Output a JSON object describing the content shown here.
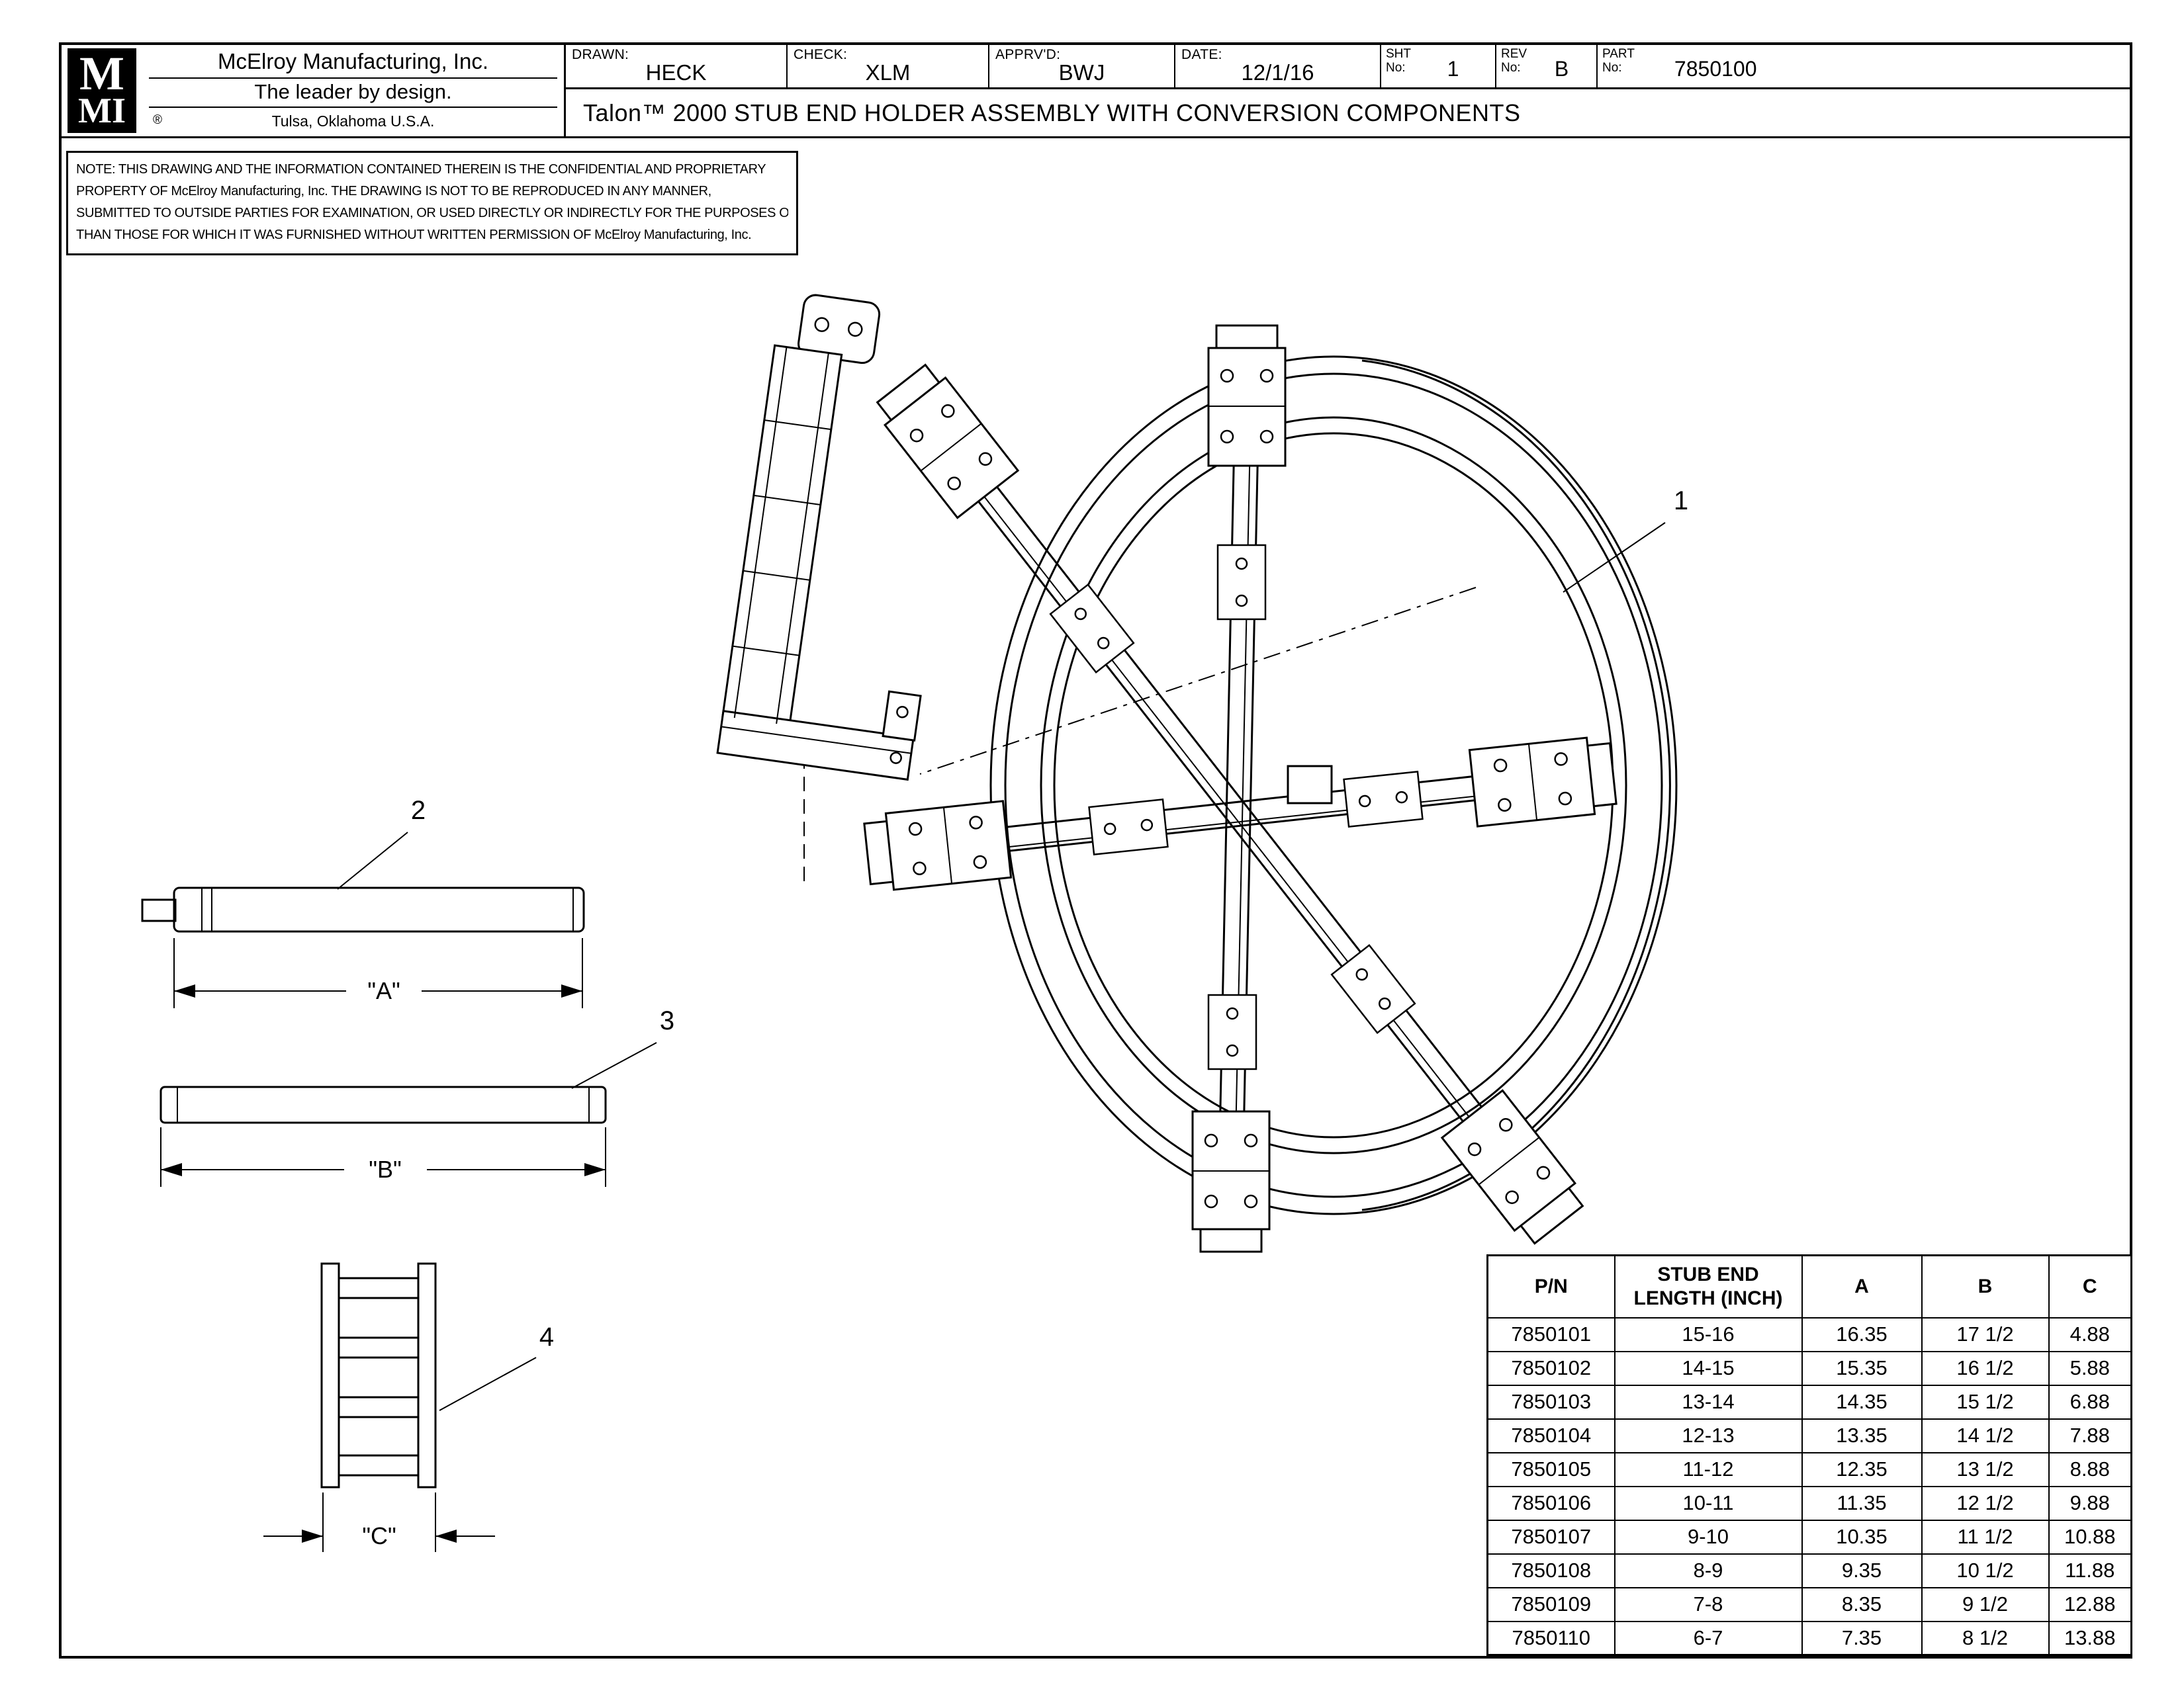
{
  "title_block": {
    "logo_top": "M",
    "logo_bottom": "MI",
    "company": "McElroy Manufacturing, Inc.",
    "tagline": "The leader by design.",
    "reg_mark": "®",
    "location": "Tulsa, Oklahoma U.S.A.",
    "drawn": {
      "label": "DRAWN:",
      "value": "HECK"
    },
    "check": {
      "label": "CHECK:",
      "value": "XLM"
    },
    "apprvd": {
      "label": "APPRV'D:",
      "value": "BWJ"
    },
    "date": {
      "label": "DATE:",
      "value": "12/1/16"
    },
    "sht": {
      "label1": "SHT",
      "label2": "No:",
      "value": "1"
    },
    "rev": {
      "label1": "REV",
      "label2": "No:",
      "value": "B"
    },
    "part": {
      "label1": "PART",
      "label2": "No:",
      "value": "7850100"
    },
    "drawing_title": "Talon™ 2000 STUB END HOLDER ASSEMBLY WITH CONVERSION COMPONENTS"
  },
  "note": {
    "lines": [
      "NOTE: THIS DRAWING AND THE INFORMATION CONTAINED THEREIN IS THE CONFIDENTIAL AND PROPRIETARY",
      "PROPERTY OF McElroy Manufacturing, Inc. THE DRAWING IS NOT TO BE REPRODUCED IN ANY MANNER,",
      "SUBMITTED TO OUTSIDE PARTIES FOR EXAMINATION, OR USED DIRECTLY OR INDIRECTLY FOR THE PURPOSES OTHER",
      "THAN THOSE FOR WHICH IT WAS FURNISHED WITHOUT WRITTEN PERMISSION OF McElroy Manufacturing, Inc."
    ]
  },
  "callouts": {
    "c1": "1",
    "c2": "2",
    "c3": "3",
    "c4": "4"
  },
  "dimensions": {
    "a": "\"A\"",
    "b": "\"B\"",
    "c": "\"C\""
  },
  "table": {
    "headers": [
      "P/N",
      "STUB END\nLENGTH (INCH)",
      "A",
      "B",
      "C"
    ],
    "rows": [
      [
        "7850101",
        "15-16",
        "16.35",
        "17 1/2",
        "4.88"
      ],
      [
        "7850102",
        "14-15",
        "15.35",
        "16 1/2",
        "5.88"
      ],
      [
        "7850103",
        "13-14",
        "14.35",
        "15 1/2",
        "6.88"
      ],
      [
        "7850104",
        "12-13",
        "13.35",
        "14 1/2",
        "7.88"
      ],
      [
        "7850105",
        "11-12",
        "12.35",
        "13 1/2",
        "8.88"
      ],
      [
        "7850106",
        "10-11",
        "11.35",
        "12 1/2",
        "9.88"
      ],
      [
        "7850107",
        "9-10",
        "10.35",
        "11 1/2",
        "10.88"
      ],
      [
        "7850108",
        "8-9",
        "9.35",
        "10 1/2",
        "11.88"
      ],
      [
        "7850109",
        "7-8",
        "8.35",
        "9 1/2",
        "12.88"
      ],
      [
        "7850110",
        "6-7",
        "7.35",
        "8 1/2",
        "13.88"
      ]
    ]
  }
}
